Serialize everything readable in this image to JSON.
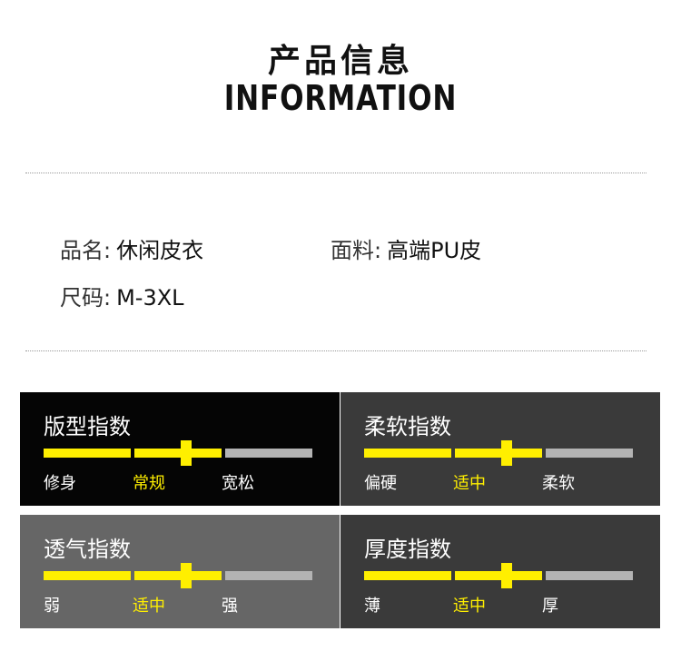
{
  "header": {
    "title_cn": "产品信息",
    "title_en": "INFORMATION"
  },
  "info": {
    "name_label": "品名:",
    "name_value": "休闲皮衣",
    "material_label": "面料:",
    "material_value": "高端PU皮",
    "size_label": "尺码:",
    "size_value": "M-3XL"
  },
  "colors": {
    "accent_yellow": "#ffef00",
    "bar_gray": "#b3b3b3"
  },
  "panels": [
    {
      "title": "版型指数",
      "labels": [
        "修身",
        "常规",
        "宽松"
      ],
      "active_index": 1,
      "level": 0.53,
      "background": "#050505"
    },
    {
      "title": "柔软指数",
      "labels": [
        "偏硬",
        "适中",
        "柔软"
      ],
      "active_index": 1,
      "level": 0.53,
      "background": "#3a3a3a"
    },
    {
      "title": "透气指数",
      "labels": [
        "弱",
        "适中",
        "强"
      ],
      "active_index": 1,
      "level": 0.53,
      "background": "#666666"
    },
    {
      "title": "厚度指数",
      "labels": [
        "薄",
        "适中",
        "厚"
      ],
      "active_index": 1,
      "level": 0.53,
      "background": "#3a3a3a"
    }
  ]
}
